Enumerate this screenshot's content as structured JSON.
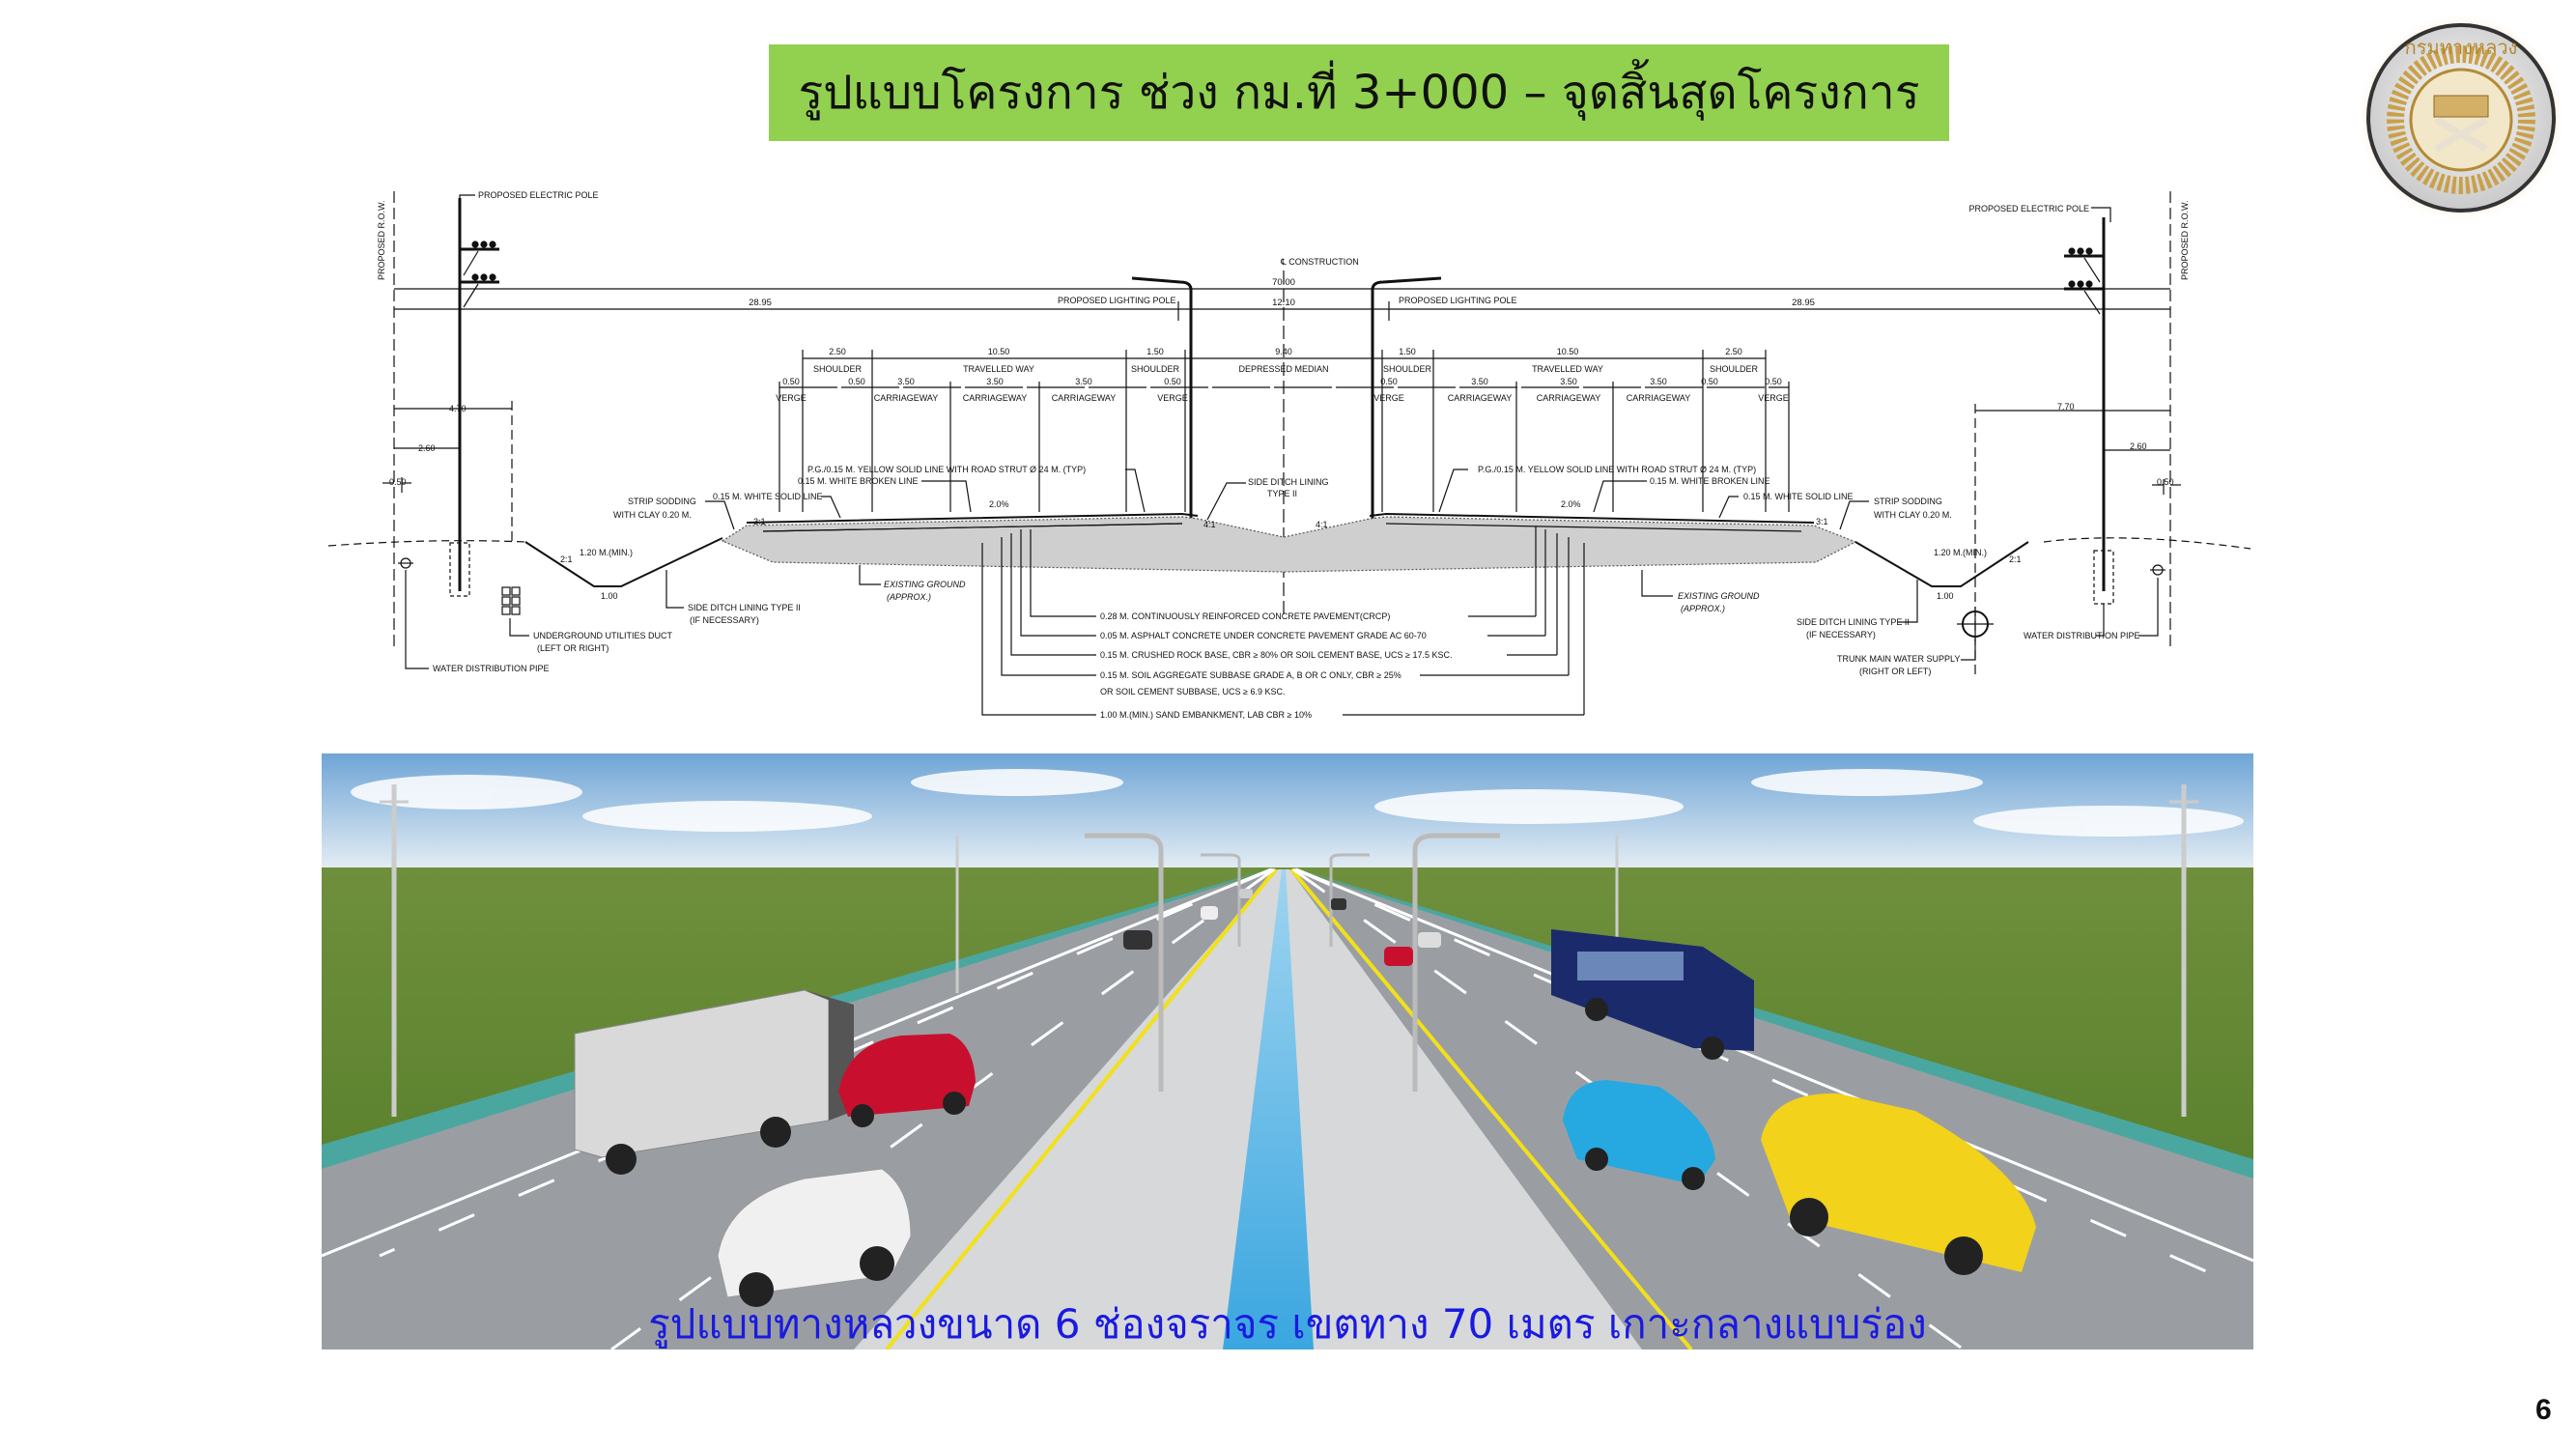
{
  "title": "รูปแบบโครงการ ช่วง กม.ที่ 3+000 – จุดสิ้นสุดโครงการ",
  "logo": {
    "text": "กรมทางหลวง"
  },
  "drawing": {
    "row_label": "PROPOSED R.O.W.",
    "electric_pole": "PROPOSED ELECTRIC POLE",
    "lighting_pole": "PROPOSED LIGHTING POLE",
    "centerline": "℄ CONSTRUCTION",
    "dims": {
      "total": "70.00",
      "side": "28.95",
      "median_total": "12.10",
      "shoulder_outer": "2.50",
      "travelled": "10.50",
      "shoulder_inner": "1.50",
      "median": "9.40",
      "verge": "0.50",
      "lane": "3.50",
      "d470": "4.70",
      "d260": "2.60",
      "d050": "0.50",
      "d770": "7.70",
      "ditch_depth": "1.20 M.(MIN.)",
      "ditch_width": "1.00",
      "slope_21": "2:1",
      "slope_31": "3:1",
      "slope_41": "4:1",
      "crossfall": "2.0%"
    },
    "labels": {
      "shoulder": "SHOULDER",
      "travelled_way": "TRAVELLED WAY",
      "carriageway": "CARRIAGEWAY",
      "verge": "VERGE",
      "depressed_median": "DEPRESSED MEDIAN",
      "yellow_line": "P.G./0.15 M. YELLOW SOLID LINE WITH ROAD STRUT Ø 24 M. (TYP)",
      "white_broken": "0.15 M. WHITE BROKEN LINE",
      "white_solid": "0.15 M. WHITE SOLID LINE",
      "strip_sodding_1": "STRIP SODDING",
      "strip_sodding_2": "WITH CLAY 0.20 M.",
      "side_ditch_median_1": "SIDE DITCH LINING",
      "side_ditch_median_2": "TYPE II",
      "existing_ground_1": "EXISTING GROUND",
      "existing_ground_2": "(APPROX.)",
      "side_ditch_1": "SIDE DITCH LINING TYPE II",
      "side_ditch_2": "(IF NECESSARY)",
      "utilities_1": "UNDERGROUND UTILITIES DUCT",
      "utilities_2": "(LEFT OR RIGHT)",
      "water_pipe": "WATER DISTRIBUTION PIPE",
      "trunk_1": "TRUNK MAIN WATER SUPPLY",
      "trunk_2": "(RIGHT OR LEFT)"
    },
    "layers": [
      "0.28 M. CONTINUOUSLY REINFORCED CONCRETE PAVEMENT(CRCP)",
      "0.05 M. ASPHALT CONCRETE UNDER CONCRETE PAVEMENT GRADE AC 60-70",
      "0.15 M. CRUSHED ROCK BASE, CBR ≥ 80% OR SOIL CEMENT BASE, UCS ≥ 17.5 KSC.",
      "0.15 M. SOIL AGGREGATE SUBBASE GRADE A, B OR C ONLY, CBR ≥ 25%",
      "OR SOIL CEMENT SUBBASE, UCS ≥ 6.9 KSC.",
      "1.00 M.(MIN.) SAND EMBANKMENT, LAB CBR ≥ 10%"
    ]
  },
  "caption": "รูปแบบทางหลวงขนาด 6 ช่องจราจร เขตทาง 70 เมตร เกาะกลางแบบร่อง",
  "page_number": "6",
  "colors": {
    "title_bg": "#92d050",
    "caption": "#1a1ae0",
    "median_water": "#5ab8e6",
    "lane_yellow": "#f2e01a"
  }
}
